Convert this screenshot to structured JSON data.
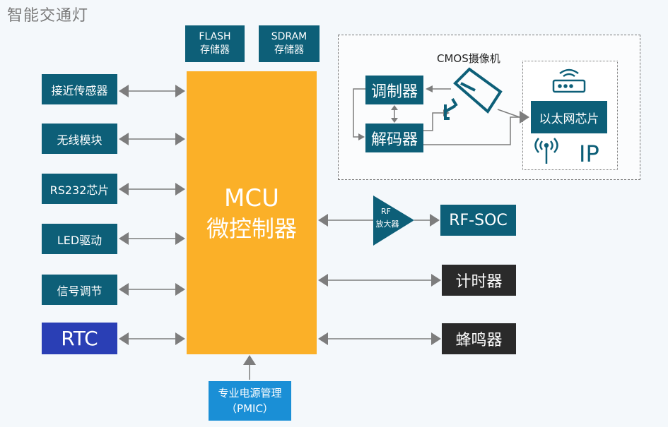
{
  "title": "智能交通灯",
  "mcu": {
    "line1": "MCU",
    "line2": "微控制器"
  },
  "memory": {
    "flash": {
      "line1": "FLASH",
      "line2": "存储器"
    },
    "sdram": {
      "line1": "SDRAM",
      "line2": "存储器"
    }
  },
  "left_modules": [
    "接近传感器",
    "无线模块",
    "RS232芯片",
    "LED驱动",
    "信号调节",
    "RTC"
  ],
  "right_modules": {
    "rf_amp_line1": "RF",
    "rf_amp_line2": "放大器",
    "rf_soc": "RF-SOC",
    "timer": "计时器",
    "buzzer": "蜂鸣器"
  },
  "pmic": {
    "line1": "专业电源管理",
    "line2": "（PMIC）"
  },
  "camera": {
    "label": "CMOS摄像机",
    "modulator": "调制器",
    "decoder": "解码器",
    "ethernet": "以太网芯片",
    "ip": "IP"
  },
  "colors": {
    "teal": "#0d5f78",
    "mcu": "#fbb028",
    "dark": "#2a2a2a",
    "navy": "#2a3fb5",
    "pmic": "#1a8fd6",
    "arrow": "#7d7d7d"
  },
  "icons": [
    "router-icon",
    "wifi-antenna-icon",
    "cctv-camera-icon"
  ]
}
